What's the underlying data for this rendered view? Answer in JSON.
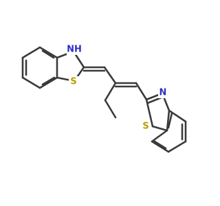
{
  "molecule": {
    "atoms": {
      "nh": {
        "label": "NH",
        "color": "#2e2ec8"
      },
      "s1": {
        "label": "S",
        "color": "#b5a000"
      },
      "n2": {
        "label": "N",
        "color": "#2e2ec8"
      },
      "s2": {
        "label": "S",
        "color": "#b5a000"
      }
    },
    "bond_color": "#3a3a3a",
    "background": "#ffffff"
  }
}
